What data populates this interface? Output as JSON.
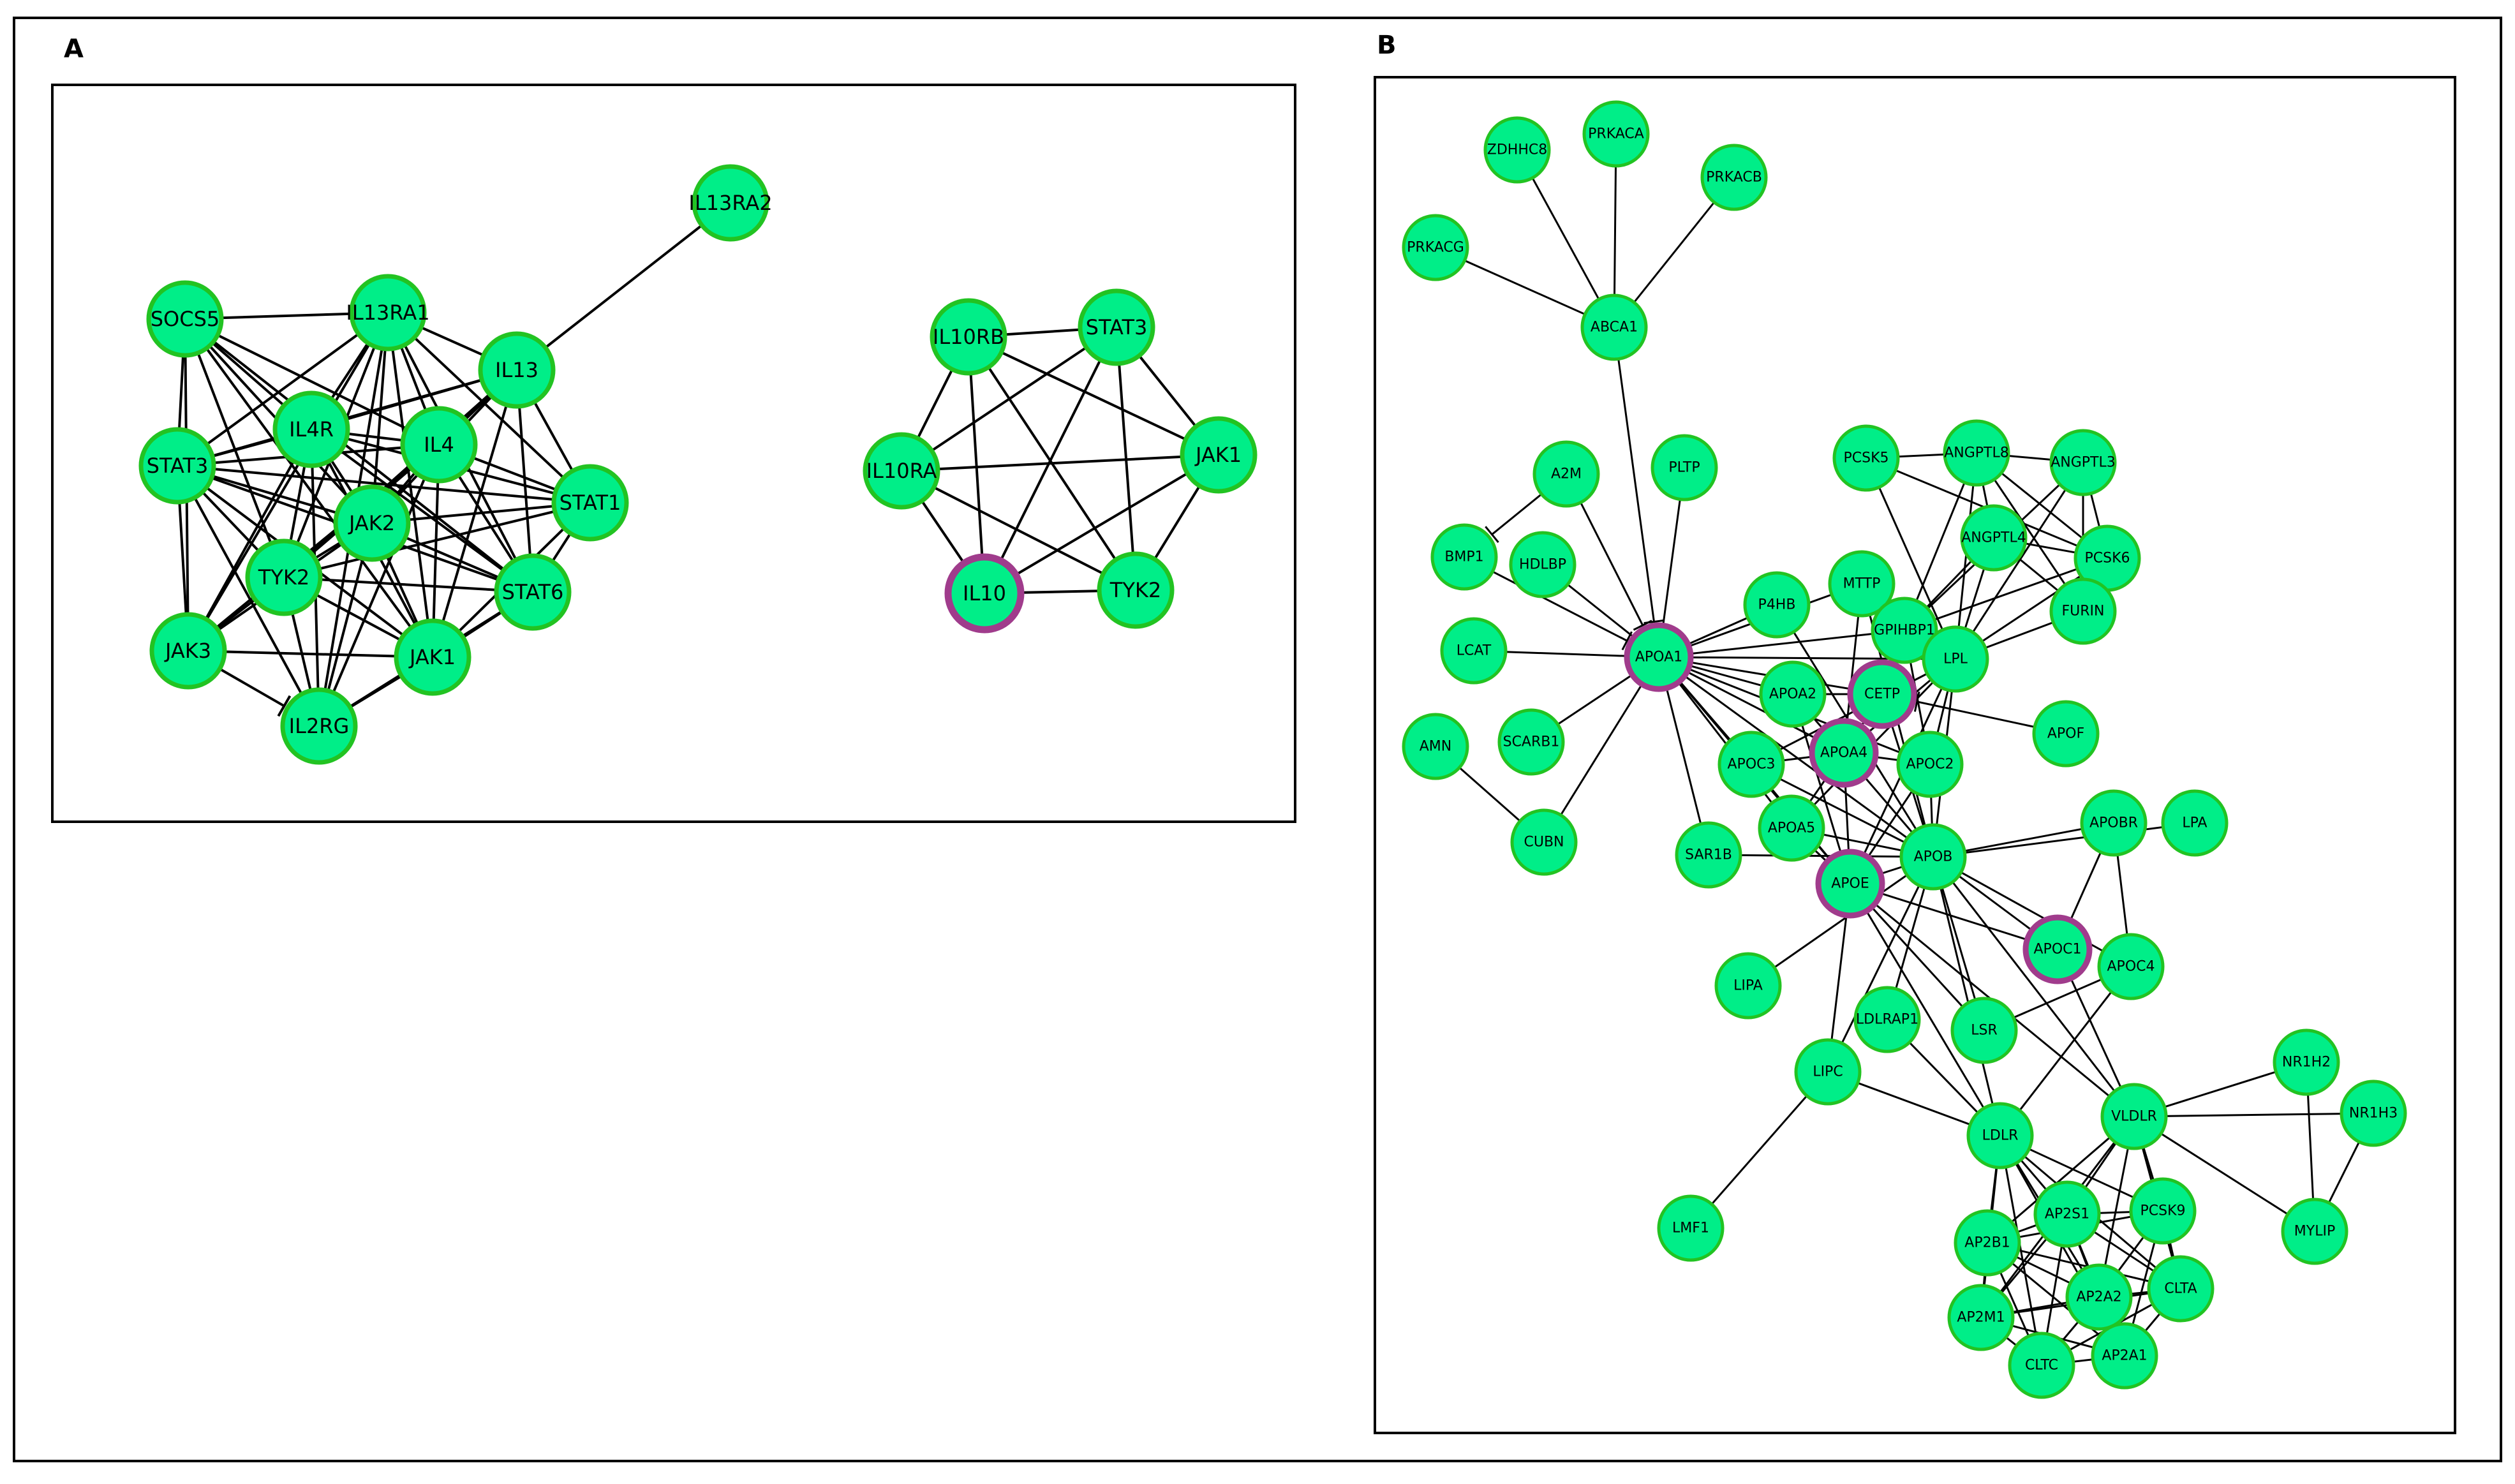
{
  "colors": {
    "node_fill": "#00ee88",
    "node_border": "#22c322",
    "highlight_border": "#a03c8c",
    "edge": "#000000"
  },
  "panels": [
    {
      "id": "A",
      "label": "A",
      "nodes": [
        {
          "id": "IL13RA2",
          "label": "IL13RA2"
        },
        {
          "id": "SOCS5",
          "label": "SOCS5"
        },
        {
          "id": "IL13RA1",
          "label": "IL13RA1"
        },
        {
          "id": "IL13",
          "label": "IL13"
        },
        {
          "id": "STAT3",
          "label": "STAT3"
        },
        {
          "id": "IL4R",
          "label": "IL4R"
        },
        {
          "id": "IL4",
          "label": "IL4"
        },
        {
          "id": "STAT1",
          "label": "STAT1"
        },
        {
          "id": "JAK2",
          "label": "JAK2"
        },
        {
          "id": "TYK2",
          "label": "TYK2"
        },
        {
          "id": "STAT6",
          "label": "STAT6"
        },
        {
          "id": "JAK3",
          "label": "JAK3"
        },
        {
          "id": "JAK1",
          "label": "JAK1"
        },
        {
          "id": "IL2RG",
          "label": "IL2RG"
        },
        {
          "id": "IL10RB",
          "label": "IL10RB"
        },
        {
          "id": "STAT3b",
          "label": "STAT3"
        },
        {
          "id": "IL10RA",
          "label": "IL10RA"
        },
        {
          "id": "JAK1b",
          "label": "JAK1"
        },
        {
          "id": "IL10",
          "label": "IL10",
          "highlight": true
        },
        {
          "id": "TYK2b",
          "label": "TYK2"
        }
      ],
      "edges": [
        [
          "IL13RA2",
          "IL13"
        ],
        [
          "SOCS5",
          "IL13RA1"
        ],
        [
          "SOCS5",
          "IL4R"
        ],
        [
          "SOCS5",
          "IL4"
        ],
        [
          "SOCS5",
          "JAK2"
        ],
        [
          "SOCS5",
          "TYK2"
        ],
        [
          "SOCS5",
          "STAT3"
        ],
        [
          "SOCS5",
          "JAK1"
        ],
        [
          "SOCS5",
          "STAT6"
        ],
        [
          "SOCS5",
          "JAK3"
        ],
        [
          "IL13RA1",
          "IL13"
        ],
        [
          "IL13RA1",
          "STAT3"
        ],
        [
          "IL13RA1",
          "IL4R"
        ],
        [
          "IL13RA1",
          "IL4"
        ],
        [
          "IL13RA1",
          "JAK2"
        ],
        [
          "IL13RA1",
          "TYK2"
        ],
        [
          "IL13RA1",
          "STAT1"
        ],
        [
          "IL13RA1",
          "STAT6"
        ],
        [
          "IL13RA1",
          "JAK1"
        ],
        [
          "IL13RA1",
          "JAK3"
        ],
        [
          "IL13RA1",
          "IL2RG"
        ],
        [
          "IL13",
          "IL4R"
        ],
        [
          "IL13",
          "IL4"
        ],
        [
          "IL13",
          "JAK2"
        ],
        [
          "IL13",
          "STAT1"
        ],
        [
          "IL13",
          "STAT6"
        ],
        [
          "IL13",
          "TYK2"
        ],
        [
          "IL13",
          "JAK1"
        ],
        [
          "IL13",
          "STAT3"
        ],
        [
          "STAT3",
          "IL4R"
        ],
        [
          "STAT3",
          "IL4"
        ],
        [
          "STAT3",
          "JAK2"
        ],
        [
          "STAT3",
          "TYK2"
        ],
        [
          "STAT3",
          "JAK3"
        ],
        [
          "STAT3",
          "JAK1"
        ],
        [
          "STAT3",
          "IL2RG"
        ],
        [
          "STAT3",
          "STAT1"
        ],
        [
          "STAT3",
          "STAT6"
        ],
        [
          "IL4R",
          "IL4"
        ],
        [
          "IL4R",
          "JAK2"
        ],
        [
          "IL4R",
          "TYK2"
        ],
        [
          "IL4R",
          "JAK1"
        ],
        [
          "IL4R",
          "JAK3"
        ],
        [
          "IL4R",
          "IL2RG"
        ],
        [
          "IL4R",
          "STAT6"
        ],
        [
          "IL4R",
          "STAT1"
        ],
        [
          "IL4",
          "JAK2"
        ],
        [
          "IL4",
          "STAT1"
        ],
        [
          "IL4",
          "STAT6"
        ],
        [
          "IL4",
          "JAK1"
        ],
        [
          "IL4",
          "TYK2"
        ],
        [
          "IL4",
          "JAK3"
        ],
        [
          "IL4",
          "IL2RG"
        ],
        [
          "JAK2",
          "TYK2"
        ],
        [
          "JAK2",
          "STAT1"
        ],
        [
          "JAK2",
          "STAT6"
        ],
        [
          "JAK2",
          "JAK1"
        ],
        [
          "JAK2",
          "JAK3"
        ],
        [
          "JAK2",
          "IL2RG"
        ],
        [
          "TYK2",
          "STAT1"
        ],
        [
          "TYK2",
          "STAT6"
        ],
        [
          "TYK2",
          "JAK1"
        ],
        [
          "TYK2",
          "JAK3"
        ],
        [
          "TYK2",
          "IL2RG"
        ],
        [
          "STAT1",
          "STAT6"
        ],
        [
          "STAT1",
          "JAK1"
        ],
        [
          "STAT6",
          "JAK1"
        ],
        [
          "STAT6",
          "IL2RG"
        ],
        [
          "JAK3",
          "JAK1"
        ],
        [
          "JAK1",
          "IL2RG"
        ],
        [
          "IL10RB",
          "STAT3b"
        ],
        [
          "IL10RB",
          "IL10RA"
        ],
        [
          "IL10RB",
          "JAK1b"
        ],
        [
          "IL10RB",
          "IL10"
        ],
        [
          "IL10RB",
          "TYK2b"
        ],
        [
          "STAT3b",
          "IL10RA"
        ],
        [
          "STAT3b",
          "JAK1b"
        ],
        [
          "STAT3b",
          "IL10"
        ],
        [
          "STAT3b",
          "TYK2b"
        ],
        [
          "IL10RA",
          "JAK1b"
        ],
        [
          "IL10RA",
          "IL10"
        ],
        [
          "IL10RA",
          "TYK2b"
        ],
        [
          "JAK1b",
          "IL10"
        ],
        [
          "JAK1b",
          "TYK2b"
        ],
        [
          "IL10",
          "TYK2b"
        ]
      ],
      "inhibit_edges": [
        [
          "JAK3",
          "IL2RG"
        ]
      ]
    },
    {
      "id": "B",
      "label": "B",
      "nodes": [
        {
          "id": "ZDHHC8",
          "label": "ZDHHC8"
        },
        {
          "id": "PRKACA",
          "label": "PRKACA"
        },
        {
          "id": "PRKACB",
          "label": "PRKACB"
        },
        {
          "id": "PRKACG",
          "label": "PRKACG"
        },
        {
          "id": "ABCA1",
          "label": "ABCA1"
        },
        {
          "id": "A2M",
          "label": "A2M"
        },
        {
          "id": "PLTP",
          "label": "PLTP"
        },
        {
          "id": "BMP1",
          "label": "BMP1"
        },
        {
          "id": "HDLBP",
          "label": "HDLBP"
        },
        {
          "id": "LCAT",
          "label": "LCAT"
        },
        {
          "id": "AMN",
          "label": "AMN"
        },
        {
          "id": "SCARB1",
          "label": "SCARB1"
        },
        {
          "id": "CUBN",
          "label": "CUBN"
        },
        {
          "id": "APOA1",
          "label": "APOA1",
          "highlight": true
        },
        {
          "id": "P4HB",
          "label": "P4HB"
        },
        {
          "id": "MTTP",
          "label": "MTTP"
        },
        {
          "id": "PCSK5",
          "label": "PCSK5"
        },
        {
          "id": "ANGPTL8",
          "label": "ANGPTL8"
        },
        {
          "id": "ANGPTL3",
          "label": "ANGPTL3"
        },
        {
          "id": "ANGPTL4",
          "label": "ANGPTL4"
        },
        {
          "id": "PCSK6",
          "label": "PCSK6"
        },
        {
          "id": "FURIN",
          "label": "FURIN"
        },
        {
          "id": "GPIHBP1",
          "label": "GPIHBP1"
        },
        {
          "id": "LPL",
          "label": "LPL"
        },
        {
          "id": "APOA2",
          "label": "APOA2"
        },
        {
          "id": "CETP",
          "label": "CETP",
          "highlight": true
        },
        {
          "id": "APOA4",
          "label": "APOA4",
          "highlight": true
        },
        {
          "id": "APOC3",
          "label": "APOC3"
        },
        {
          "id": "APOC2",
          "label": "APOC2"
        },
        {
          "id": "APOF",
          "label": "APOF"
        },
        {
          "id": "APOA5",
          "label": "APOA5"
        },
        {
          "id": "SAR1B",
          "label": "SAR1B"
        },
        {
          "id": "APOE",
          "label": "APOE",
          "highlight": true
        },
        {
          "id": "APOB",
          "label": "APOB"
        },
        {
          "id": "APOBR",
          "label": "APOBR"
        },
        {
          "id": "LPA",
          "label": "LPA"
        },
        {
          "id": "APOC1",
          "label": "APOC1",
          "highlight": true
        },
        {
          "id": "APOC4",
          "label": "APOC4"
        },
        {
          "id": "LIPA",
          "label": "LIPA"
        },
        {
          "id": "LDLRAP1",
          "label": "LDLRAP1"
        },
        {
          "id": "LSR",
          "label": "LSR"
        },
        {
          "id": "LIPC",
          "label": "LIPC"
        },
        {
          "id": "LDLR",
          "label": "LDLR"
        },
        {
          "id": "VLDLR",
          "label": "VLDLR"
        },
        {
          "id": "NR1H2",
          "label": "NR1H2"
        },
        {
          "id": "NR1H3",
          "label": "NR1H3"
        },
        {
          "id": "LMF1",
          "label": "LMF1"
        },
        {
          "id": "AP2S1",
          "label": "AP2S1"
        },
        {
          "id": "PCSK9",
          "label": "PCSK9"
        },
        {
          "id": "AP2B1",
          "label": "AP2B1"
        },
        {
          "id": "MYLIP",
          "label": "MYLIP"
        },
        {
          "id": "AP2A2",
          "label": "AP2A2"
        },
        {
          "id": "CLTA",
          "label": "CLTA"
        },
        {
          "id": "AP2M1",
          "label": "AP2M1"
        },
        {
          "id": "CLTC",
          "label": "CLTC"
        },
        {
          "id": "AP2A1",
          "label": "AP2A1"
        }
      ],
      "edges": [
        [
          "ZDHHC8",
          "ABCA1"
        ],
        [
          "PRKACA",
          "ABCA1"
        ],
        [
          "PRKACB",
          "ABCA1"
        ],
        [
          "PRKACG",
          "ABCA1"
        ],
        [
          "APOA1",
          "LCAT"
        ],
        [
          "HDLBP",
          "APOA1"
        ],
        [
          "SCARB1",
          "APOA1"
        ],
        [
          "PLTP",
          "APOA1"
        ],
        [
          "AMN",
          "CUBN"
        ],
        [
          "CUBN",
          "APOA1"
        ],
        [
          "P4HB",
          "APOA1"
        ],
        [
          "MTTP",
          "APOA1"
        ],
        [
          "GPIHBP1",
          "APOA1"
        ],
        [
          "LPL",
          "APOA1"
        ],
        [
          "APOA2",
          "APOA1"
        ],
        [
          "CETP",
          "APOA1"
        ],
        [
          "APOA4",
          "APOA1"
        ],
        [
          "APOC3",
          "APOA1"
        ],
        [
          "APOC2",
          "APOA1"
        ],
        [
          "APOA5",
          "APOA1"
        ],
        [
          "SAR1B",
          "APOA1"
        ],
        [
          "APOE",
          "APOA1"
        ],
        [
          "APOB",
          "APOA1"
        ],
        [
          "MTTP",
          "APOA4"
        ],
        [
          "MTTP",
          "APOB"
        ],
        [
          "P4HB",
          "APOB"
        ],
        [
          "SAR1B",
          "APOB"
        ],
        [
          "PCSK5",
          "LPL"
        ],
        [
          "PCSK5",
          "PCSK6"
        ],
        [
          "ANGPTL8",
          "ANGPTL3"
        ],
        [
          "ANGPTL8",
          "LPL"
        ],
        [
          "ANGPTL8",
          "GPIHBP1"
        ],
        [
          "ANGPTL8",
          "PCSK6"
        ],
        [
          "ANGPTL8",
          "FURIN"
        ],
        [
          "ANGPTL8",
          "ANGPTL4"
        ],
        [
          "ANGPTL8",
          "PCSK5"
        ],
        [
          "ANGPTL3",
          "LPL"
        ],
        [
          "ANGPTL3",
          "PCSK6"
        ],
        [
          "ANGPTL3",
          "FURIN"
        ],
        [
          "ANGPTL3",
          "GPIHBP1"
        ],
        [
          "ANGPTL4",
          "LPL"
        ],
        [
          "ANGPTL4",
          "GPIHBP1"
        ],
        [
          "ANGPTL4",
          "PCSK6"
        ],
        [
          "ANGPTL4",
          "FURIN"
        ],
        [
          "PCSK6",
          "LPL"
        ],
        [
          "FURIN",
          "LPL"
        ],
        [
          "PCSK6",
          "GPIHBP1"
        ],
        [
          "GPIHBP1",
          "LPL"
        ],
        [
          "APOC2",
          "LPL"
        ],
        [
          "APOC3",
          "LPL"
        ],
        [
          "APOA5",
          "LPL"
        ],
        [
          "APOA4",
          "LPL"
        ],
        [
          "APOE",
          "LPL"
        ],
        [
          "APOB",
          "LPL"
        ],
        [
          "APOC2",
          "GPIHBP1"
        ],
        [
          "CETP",
          "APOB"
        ],
        [
          "CETP",
          "APOA4"
        ],
        [
          "APOA2",
          "CETP"
        ],
        [
          "APOA2",
          "APOA4"
        ],
        [
          "APOC3",
          "APOA4"
        ],
        [
          "APOC2",
          "APOA4"
        ],
        [
          "APOA5",
          "APOA4"
        ],
        [
          "APOA4",
          "APOB"
        ],
        [
          "APOA4",
          "APOE"
        ],
        [
          "APOC3",
          "APOB"
        ],
        [
          "APOC2",
          "APOB"
        ],
        [
          "APOA5",
          "APOB"
        ],
        [
          "APOA5",
          "APOE"
        ],
        [
          "APOC3",
          "APOE"
        ],
        [
          "APOC2",
          "APOE"
        ],
        [
          "APOA2",
          "APOE"
        ],
        [
          "APOE",
          "APOB"
        ],
        [
          "APOBR",
          "APOB"
        ],
        [
          "LPA",
          "APOB"
        ],
        [
          "APOC1",
          "APOB"
        ],
        [
          "APOC4",
          "APOB"
        ],
        [
          "APOC1",
          "APOE"
        ],
        [
          "APOBR",
          "APOC1"
        ],
        [
          "APOBR",
          "APOC4"
        ],
        [
          "LIPA",
          "APOB"
        ],
        [
          "LIPC",
          "APOE"
        ],
        [
          "LIPC",
          "APOB"
        ],
        [
          "LIPC",
          "LDLR"
        ],
        [
          "LMF1",
          "LIPC"
        ],
        [
          "LDLRAP1",
          "APOB"
        ],
        [
          "LSR",
          "APOB"
        ],
        [
          "LSR",
          "APOE"
        ],
        [
          "LSR",
          "APOC4"
        ],
        [
          "APOB",
          "LDLR"
        ],
        [
          "APOB",
          "VLDLR"
        ],
        [
          "APOE",
          "LDLR"
        ],
        [
          "APOE",
          "VLDLR"
        ],
        [
          "APOC4",
          "LDLR"
        ],
        [
          "APOC1",
          "VLDLR"
        ],
        [
          "LDLRAP1",
          "LDLR"
        ],
        [
          "LDLR",
          "AP2S1"
        ],
        [
          "LDLR",
          "AP2B1"
        ],
        [
          "LDLR",
          "AP2M1"
        ],
        [
          "LDLR",
          "AP2A2"
        ],
        [
          "LDLR",
          "CLTA"
        ],
        [
          "LDLR",
          "CLTC"
        ],
        [
          "LDLR",
          "AP2A1"
        ],
        [
          "LDLR",
          "PCSK9"
        ],
        [
          "VLDLR",
          "AP2S1"
        ],
        [
          "VLDLR",
          "PCSK9"
        ],
        [
          "VLDLR",
          "AP2A2"
        ],
        [
          "VLDLR",
          "CLTA"
        ],
        [
          "VLDLR",
          "AP2B1"
        ],
        [
          "VLDLR",
          "AP2M1"
        ],
        [
          "NR1H2",
          "VLDLR"
        ],
        [
          "NR1H3",
          "VLDLR"
        ],
        [
          "MYLIP",
          "VLDLR"
        ],
        [
          "NR1H2",
          "MYLIP"
        ],
        [
          "NR1H3",
          "MYLIP"
        ],
        [
          "AP2S1",
          "PCSK9"
        ],
        [
          "AP2S1",
          "AP2B1"
        ],
        [
          "AP2S1",
          "AP2A2"
        ],
        [
          "AP2S1",
          "CLTA"
        ],
        [
          "AP2S1",
          "AP2M1"
        ],
        [
          "AP2S1",
          "CLTC"
        ],
        [
          "AP2S1",
          "AP2A1"
        ],
        [
          "PCSK9",
          "AP2A2"
        ],
        [
          "PCSK9",
          "CLTA"
        ],
        [
          "PCSK9",
          "AP2B1"
        ],
        [
          "PCSK9",
          "AP2A1"
        ],
        [
          "AP2B1",
          "AP2M1"
        ],
        [
          "AP2B1",
          "AP2A2"
        ],
        [
          "AP2B1",
          "CLTC"
        ],
        [
          "AP2B1",
          "CLTA"
        ],
        [
          "AP2B1",
          "AP2A1"
        ],
        [
          "AP2M1",
          "AP2A2"
        ],
        [
          "AP2M1",
          "CLTC"
        ],
        [
          "AP2M1",
          "AP2A1"
        ],
        [
          "AP2M1",
          "CLTA"
        ],
        [
          "AP2A2",
          "CLTA"
        ],
        [
          "AP2A2",
          "CLTC"
        ],
        [
          "AP2A2",
          "AP2A1"
        ],
        [
          "CLTA",
          "AP2A1"
        ],
        [
          "CLTC",
          "AP2A1"
        ],
        [
          "CLTC",
          "CLTA"
        ]
      ],
      "inhibit_edges": [
        [
          "A2M",
          "BMP1"
        ],
        [
          "A2M",
          "APOA1"
        ],
        [
          "ABCA1",
          "APOA1"
        ],
        [
          "APOF",
          "CETP"
        ],
        [
          "BMP1",
          "APOA1"
        ]
      ]
    }
  ]
}
